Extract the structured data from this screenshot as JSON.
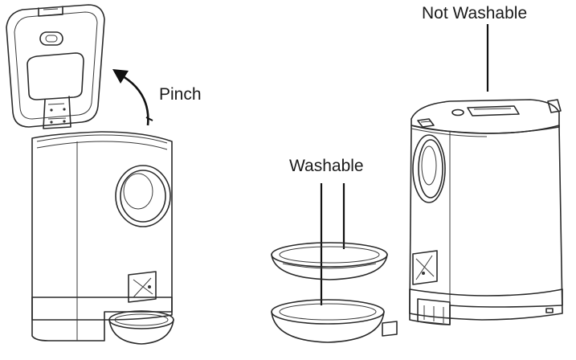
{
  "labels": {
    "pinch": "Pinch",
    "washable": "Washable",
    "not_washable": "Not Washable"
  },
  "colors": {
    "line": "#2a2a2a",
    "body_fill": "#eeeeee",
    "dark_fill": "#d6d6d6",
    "window_fill": "#cfcfcf",
    "background": "#ffffff"
  }
}
